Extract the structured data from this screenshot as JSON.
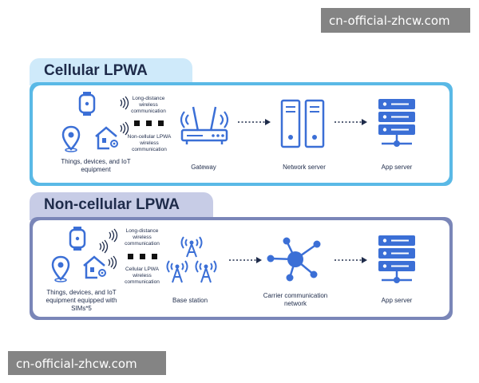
{
  "watermark_top": "cn-official-zhcw.com",
  "watermark_bottom": "cn-official-zhcw.com",
  "cellular": {
    "title": "Cellular LPWA",
    "accent": "#5ab9e6",
    "tab_bg": "#cfeafa",
    "device_label": "Things, devices, and IoT equipment",
    "long_distance": "Long-distance wireless communication",
    "non_cellular": "Non-cellular LPWA wireless communication",
    "gateway": "Gateway",
    "network_server": "Network server",
    "app_server": "App server"
  },
  "noncellular": {
    "title": "Non-cellular LPWA",
    "accent": "#7a86b8",
    "tab_bg": "#c7cce6",
    "device_label": "Things, devices, and IoT equipment equipped with SIMs*5",
    "long_distance": "Long-distance wireless communication",
    "cellular": "Cellular LPWA wireless communication",
    "base_station": "Base station",
    "carrier": "Carrier communication network",
    "app_server": "App server"
  },
  "icon_color": "#3b6fd6"
}
